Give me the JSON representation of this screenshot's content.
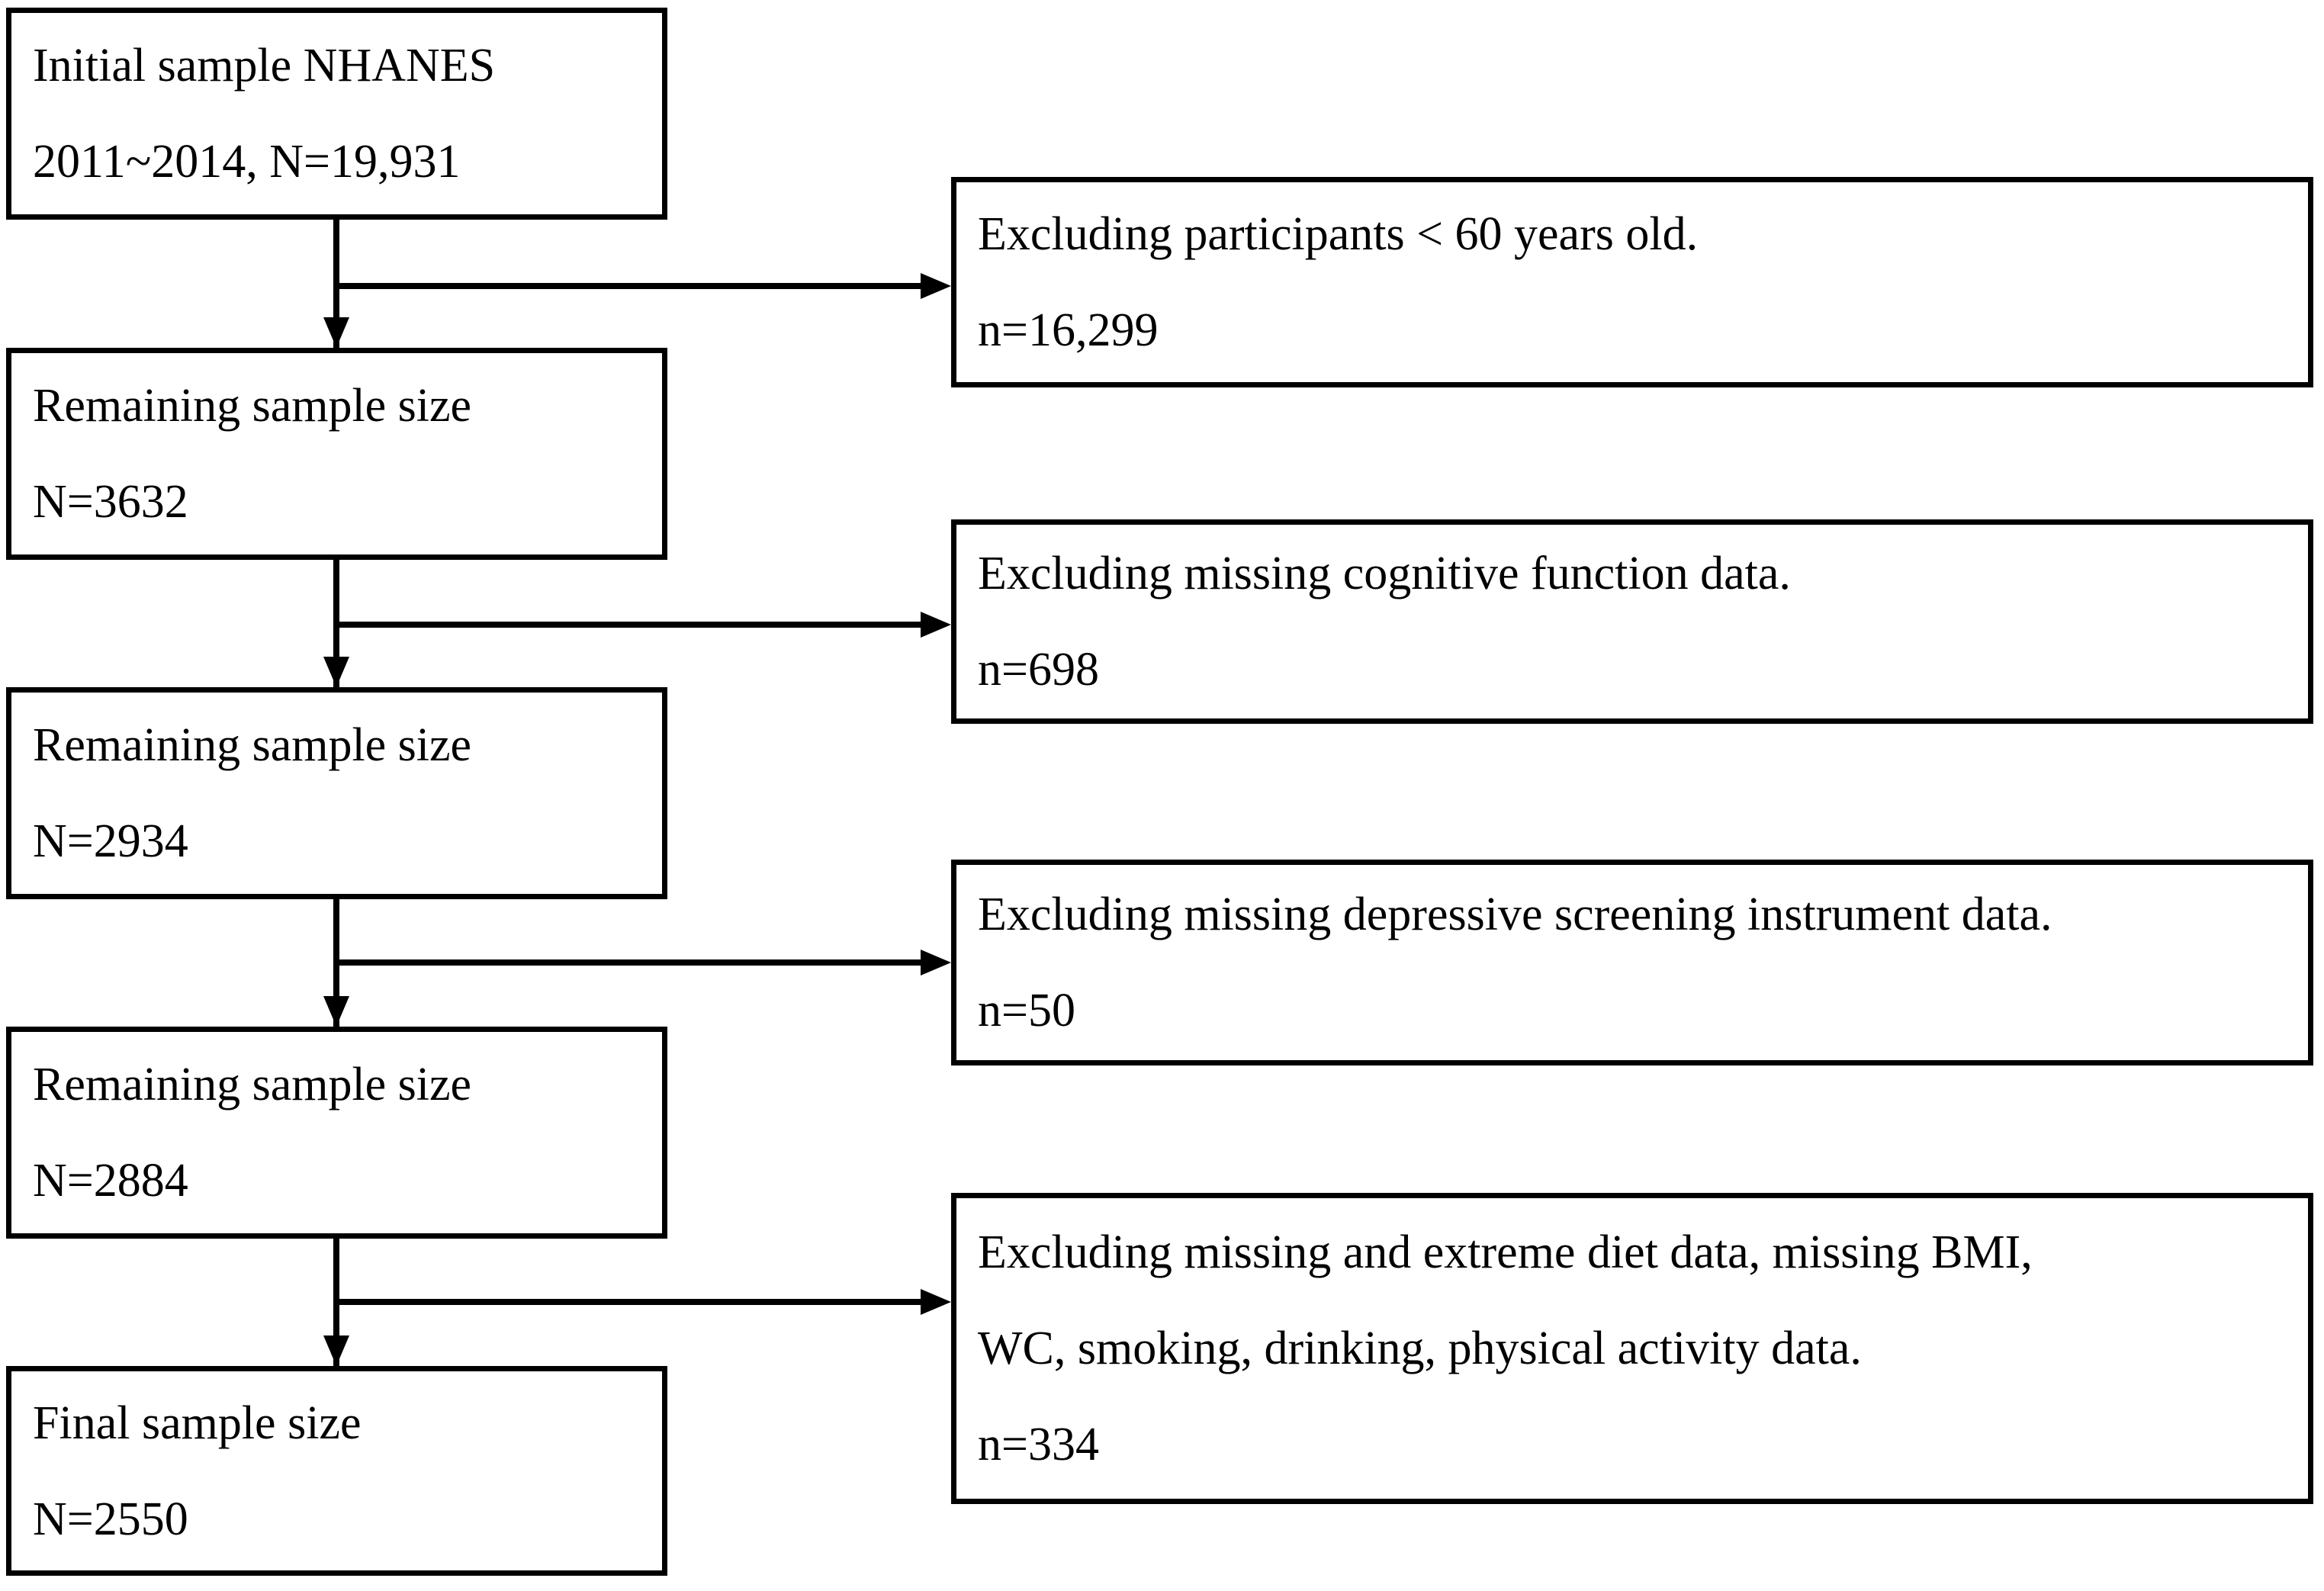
{
  "diagram": {
    "type": "participant-flowchart",
    "colors": {
      "ink": "#000000",
      "background": "#ffffff"
    },
    "left_boxes": [
      {
        "lines": [
          "Initial sample NHANES",
          "2011~2014, N=19,931"
        ]
      },
      {
        "lines": [
          "Remaining sample size",
          "N=3632"
        ]
      },
      {
        "lines": [
          "Remaining sample size",
          "N=2934"
        ]
      },
      {
        "lines": [
          "Remaining sample size",
          "N=2884"
        ]
      },
      {
        "lines": [
          "Final sample size",
          "N=2550"
        ]
      }
    ],
    "right_boxes": [
      {
        "lines": [
          "Excluding participants < 60 years old.",
          "n=16,299"
        ]
      },
      {
        "lines": [
          "Excluding missing cognitive function data.",
          "n=698"
        ]
      },
      {
        "lines": [
          "Excluding missing depressive screening instrument data.",
          "n=50"
        ]
      },
      {
        "lines": [
          "Excluding missing and extreme diet data, missing BMI,",
          "WC, smoking, drinking, physical activity data.",
          "n=334"
        ]
      }
    ]
  }
}
